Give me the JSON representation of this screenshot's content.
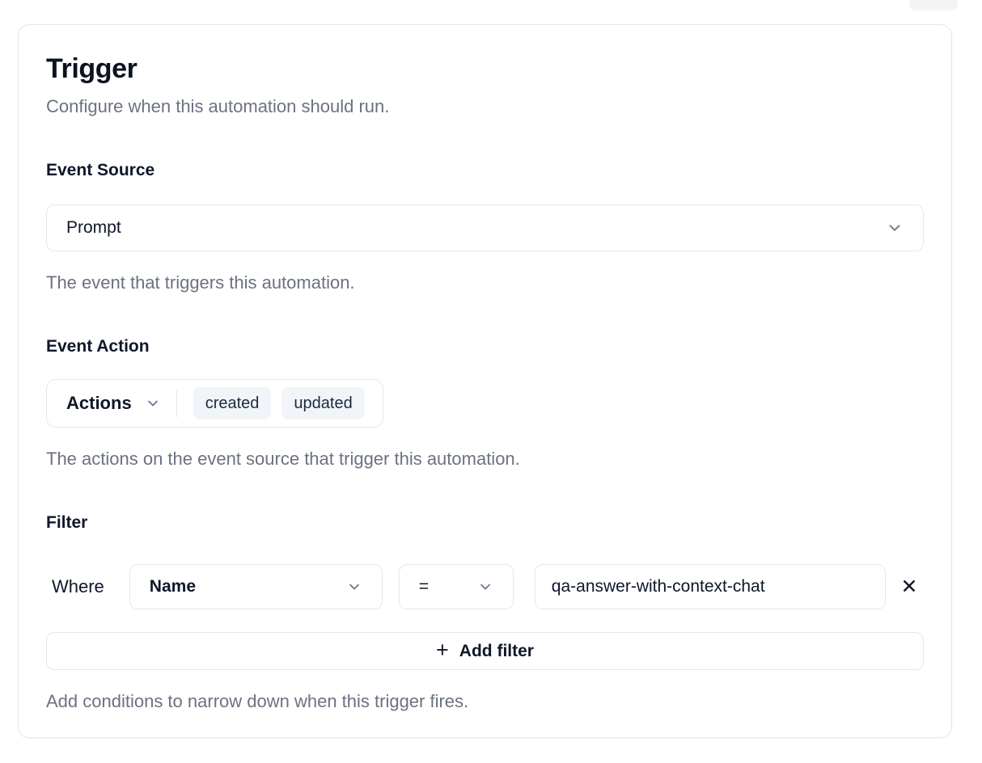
{
  "card": {
    "title": "Trigger",
    "subtitle": "Configure when this automation should run.",
    "event_source": {
      "label": "Event Source",
      "value": "Prompt",
      "help": "The event that triggers this automation."
    },
    "event_action": {
      "label": "Event Action",
      "dropdown_label": "Actions",
      "chips": [
        "created",
        "updated"
      ],
      "help": "The actions on the event source that trigger this automation."
    },
    "filter": {
      "label": "Filter",
      "where_label": "Where",
      "field_value": "Name",
      "operator_value": "=",
      "value": "qa-answer-with-context-chat",
      "add_button_label": "Add filter",
      "help": "Add conditions to narrow down when this trigger fires."
    }
  },
  "icons": {
    "plus": "+",
    "close": "✕",
    "chevron_down": "⌄"
  },
  "colors": {
    "border": "#e2e8f0",
    "chip_bg": "#f1f5f9",
    "text_dark": "#0f172a",
    "text_muted": "#6b7280"
  }
}
